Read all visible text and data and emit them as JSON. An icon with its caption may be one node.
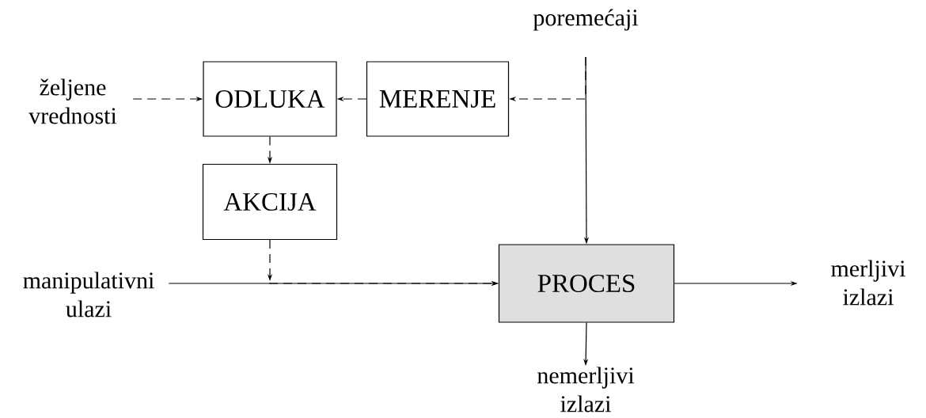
{
  "diagram": {
    "nodes": [
      {
        "text": [
          "željene vrednosti"
        ]
      },
      {
        "text": [
          "ODLUKA"
        ]
      },
      {
        "text": [
          "MERENJE"
        ]
      },
      {
        "text": [
          "AKCIJA"
        ]
      },
      {
        "text": [
          "poremećaji"
        ]
      },
      {
        "text": [
          "PROCES"
        ]
      },
      {
        "text": [
          "manipulativni ulazi"
        ]
      },
      {
        "text": [
          "merljivi izlazi"
        ]
      },
      {
        "text": [
          "nemerljivi izlazi"
        ]
      }
    ],
    "edges": [
      {
        "from": 0,
        "to": 1,
        "arrow": "to",
        "style": "dashed"
      },
      {
        "from": 2,
        "to": 1,
        "arrow": "to",
        "style": "dashed"
      },
      {
        "from": 4,
        "to": 2,
        "arrow": "to",
        "style": "dashed"
      },
      {
        "from": 4,
        "to": 5,
        "arrow": "to"
      },
      {
        "from": 1,
        "to": 3,
        "arrow": "to",
        "style": "dashed"
      },
      {
        "from": 3,
        "to": 5,
        "arrow": "to",
        "style": "dashed"
      },
      {
        "from": 6,
        "to": 5,
        "arrow": "to"
      },
      {
        "from": 5,
        "to": 7,
        "arrow": "to"
      },
      {
        "from": 5,
        "to": 8,
        "arrow": "to"
      }
    ]
  }
}
